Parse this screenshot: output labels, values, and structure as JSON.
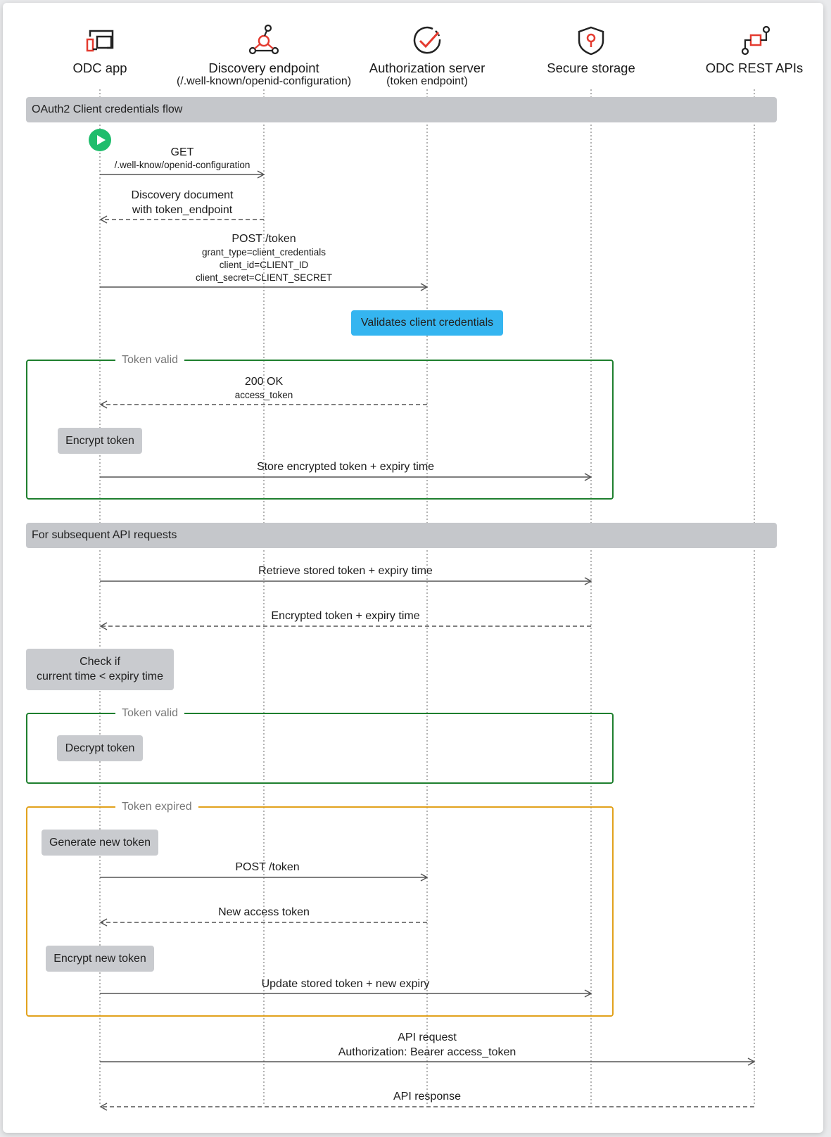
{
  "participants": [
    {
      "name": "ODC app",
      "sub": ""
    },
    {
      "name": "Discovery endpoint",
      "sub": "(/.well-known/openid-configuration)"
    },
    {
      "name": "Authorization server",
      "sub": "(token endpoint)"
    },
    {
      "name": "Secure storage",
      "sub": ""
    },
    {
      "name": "ODC REST APIs",
      "sub": ""
    }
  ],
  "icons": [
    "app-window-icon",
    "network-nodes-icon",
    "check-circle-icon",
    "shield-keyhole-icon",
    "api-connection-icon",
    "play-icon"
  ],
  "colors": {
    "accent_red": "#e43a2f",
    "token_valid": "#1e7f2e",
    "token_expired": "#e2a21d",
    "note_blue": "#35b5f0",
    "band_grey": "#c5c7cb",
    "start_green": "#1fbd6c"
  },
  "sections": {
    "flow_title": "OAuth2 Client credentials flow",
    "subsequent_title": "For subsequent API requests"
  },
  "frames": {
    "valid_1": "Token valid",
    "valid_2": "Token valid",
    "expired": "Token expired"
  },
  "messages": {
    "get_title": "GET",
    "get_path": "/.well-know/openid-configuration",
    "discovery_line1": "Discovery document",
    "discovery_line2": "with token_endpoint",
    "post_title": "POST /token",
    "post_param1": "grant_type=client_credentials",
    "post_param2": "client_id=CLIENT_ID",
    "post_param3": "client_secret=CLIENT_SECRET",
    "ok_title": "200 OK",
    "ok_sub": "access_token",
    "store": "Store encrypted token + expiry time",
    "retrieve": "Retrieve stored token + expiry time",
    "encrypted_return": "Encrypted token + expiry time",
    "post_token_2": "POST /token",
    "new_access_token": "New access token",
    "update_stored": "Update stored token + new expiry",
    "api_request_line1": "API request",
    "api_request_line2": "Authorization: Bearer access_token",
    "api_response": "API response"
  },
  "notes": {
    "validates": "Validates client credentials"
  },
  "activities": {
    "encrypt_token": "Encrypt token",
    "check_line1": "Check if",
    "check_line2": "current time < expiry time",
    "decrypt_token": "Decrypt token",
    "generate_new_token": "Generate new token",
    "encrypt_new_token": "Encrypt new token"
  }
}
